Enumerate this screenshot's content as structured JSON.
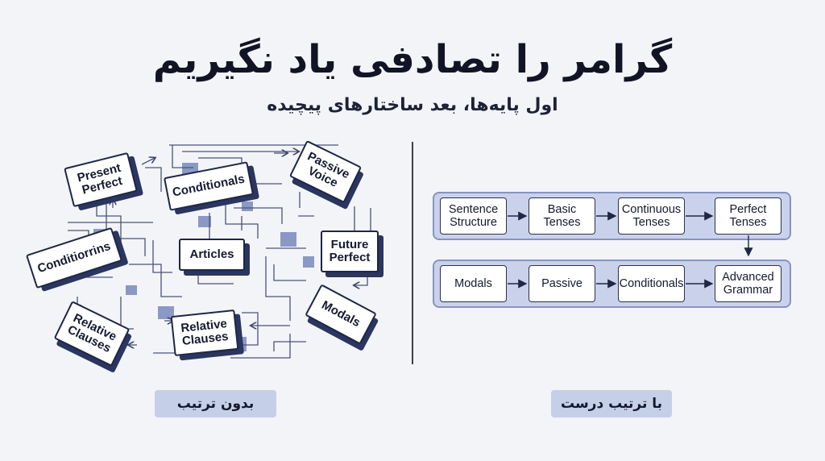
{
  "header": {
    "title": "گرامر را تصادفی یاد نگیریم",
    "subtitle": "اول پایه‌ها، بعد ساختارهای پیچیده"
  },
  "left_panel": {
    "caption": "بدون ترتیب",
    "topics": [
      {
        "label": "Present\nPerfect"
      },
      {
        "label": "Conditionals"
      },
      {
        "label": "Passive\nVoice"
      },
      {
        "label": "Conditiorrins"
      },
      {
        "label": "Articles"
      },
      {
        "label": "Future\nPerfect"
      },
      {
        "label": "Relative\nClauses"
      },
      {
        "label": "Relative\nClauses"
      },
      {
        "label": "Modals"
      }
    ]
  },
  "right_panel": {
    "caption": "با ترتیب درست",
    "rows": [
      {
        "steps": [
          {
            "label": "Sentence\nStructure"
          },
          {
            "label": "Basic\nTenses"
          },
          {
            "label": "Continuous\nTenses"
          },
          {
            "label": "Perfect\nTenses"
          }
        ]
      },
      {
        "steps": [
          {
            "label": "Modals"
          },
          {
            "label": "Passive"
          },
          {
            "label": "Conditionals"
          },
          {
            "label": "Advanced\nGrammar"
          }
        ]
      }
    ]
  },
  "colors": {
    "ink": "#14192e",
    "box_shadow": "#2a3560",
    "row_fill": "#c9d2ea",
    "caption_fill": "#c6cfe8",
    "accent_square": "#7f8fc0"
  }
}
